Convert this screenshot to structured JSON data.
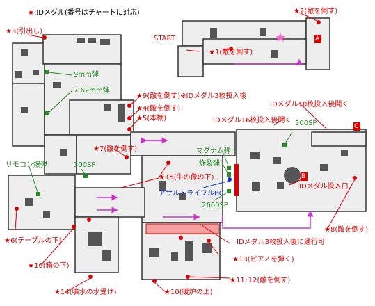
{
  "legend": {
    "star": "★",
    "text": ":IDメダル(番号はチャートに対応)"
  },
  "start_label": "START",
  "markers": {
    "a": "A",
    "b": "B",
    "c": "C"
  },
  "items": [
    {
      "id": "item-1",
      "text": "1(敵を倒す)"
    },
    {
      "id": "item-2",
      "text": "2(敵を倒す)"
    },
    {
      "id": "item-3",
      "text": "3(引出し)"
    },
    {
      "id": "item-4",
      "text": "4(敵を倒す)"
    },
    {
      "id": "item-5",
      "text": "5(本棚)"
    },
    {
      "id": "item-6",
      "text": "6(テーブルの下)"
    },
    {
      "id": "item-7",
      "text": "7(敵を倒す)"
    },
    {
      "id": "item-8",
      "text": "8(敵を倒す)"
    },
    {
      "id": "item-9",
      "text": "9(敵を倒す)※IDメダル3枚投入後"
    },
    {
      "id": "item-10",
      "text": "10(暖炉の上)"
    },
    {
      "id": "item-11-12",
      "text": "11･12(敵を倒す)"
    },
    {
      "id": "item-13",
      "text": "13(ピアノを弾く)"
    },
    {
      "id": "item-14",
      "text": "14(噴水の水受け)"
    },
    {
      "id": "item-15",
      "text": "15(牛の像の下)"
    },
    {
      "id": "item-16",
      "text": "16(箱の下)"
    }
  ],
  "pickups": {
    "mm9": "9mm弾",
    "mm762": "7.62mm弾",
    "remote": "リモコン爆弾",
    "sp300a": "300SP",
    "sp300b": "300SP",
    "magnum": "マグナム弾",
    "explosive": "炸裂弾",
    "assault": "アサルトライフルBC",
    "sp2600": "2600SP"
  },
  "notes": {
    "door10": "IDメダル10枚投入後開く",
    "door16": "IDメダル16枚投入後開く",
    "slot": "IDメダル投入口",
    "passable": "IDメダル3枚投入後に通行可"
  },
  "colors": {
    "wall": "#333333",
    "floor": "#eeeeee",
    "red": "#e00000",
    "green": "#2a8a2a",
    "blue": "#1030d0",
    "magenta": "#cc33cc",
    "pink_zone": "#f4a0a0",
    "teal": "#3aa6a6"
  }
}
